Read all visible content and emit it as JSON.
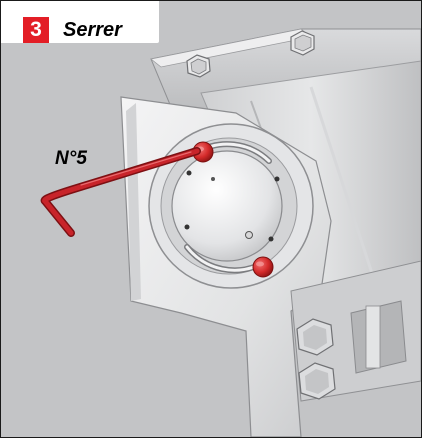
{
  "step": {
    "number": "3",
    "title": "Serrer"
  },
  "tool": {
    "label": "N°5"
  },
  "colors": {
    "badge": "#e31e26",
    "background": "#c3c4c6",
    "screw_red": "#d42a2a",
    "hex_key": "#c8242a"
  },
  "icons": {
    "hex_key": "allen-key-icon",
    "bolt": "hex-bolt-icon"
  }
}
